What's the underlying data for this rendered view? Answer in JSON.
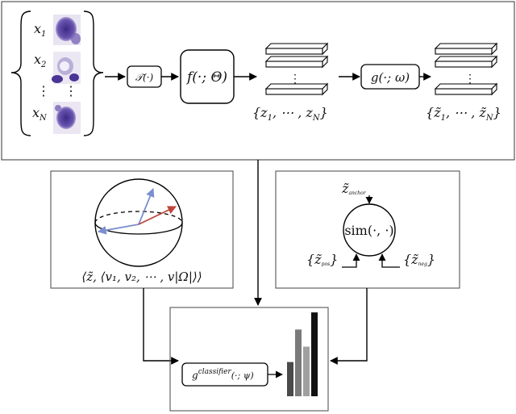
{
  "inputs": {
    "labels": [
      "x",
      "x",
      "x"
    ],
    "subs": [
      "1",
      "2",
      "N"
    ],
    "dots": "⋮"
  },
  "transform": {
    "label": "𝒯(·)"
  },
  "encoder": {
    "label": "f(·; Θ)"
  },
  "embeddings": {
    "set": "{z",
    "sub1": "1",
    "mid": ", ⋯ , z",
    "subN": "N",
    "close": "}"
  },
  "projector": {
    "label": "g(·; ω)"
  },
  "projected": {
    "set": "{z̃",
    "sub1": "1",
    "mid": ", ⋯ , z̃",
    "subN": "N",
    "close": "}"
  },
  "sphere_panel": {
    "formula": "⟨z̃, ⟨v₁, v₂, ⋯ , v|Ω|⟩⟩"
  },
  "contrastive_panel": {
    "anchor": "z̃",
    "anchor_sub": "anchor",
    "sim": "sim(·, ·)",
    "pos": "{z̃",
    "pos_sub": "pos",
    "pos_close": "}",
    "neg": "{z̃",
    "neg_sub": "neg",
    "neg_close": "}"
  },
  "classifier_panel": {
    "label": "g",
    "label_sup": "classifier",
    "label_args": "(·; ψ)",
    "bars": [
      0.4,
      0.78,
      0.58,
      0.98
    ],
    "bar_colors": [
      "#4a4a4a",
      "#7a7a7a",
      "#a0a0a0",
      "#111111"
    ]
  },
  "colors": {
    "stroke": "#000000",
    "blue_vector": "#7a8ed0",
    "red_vector": "#c0443a",
    "cell_stain": "#5a3fa0"
  }
}
